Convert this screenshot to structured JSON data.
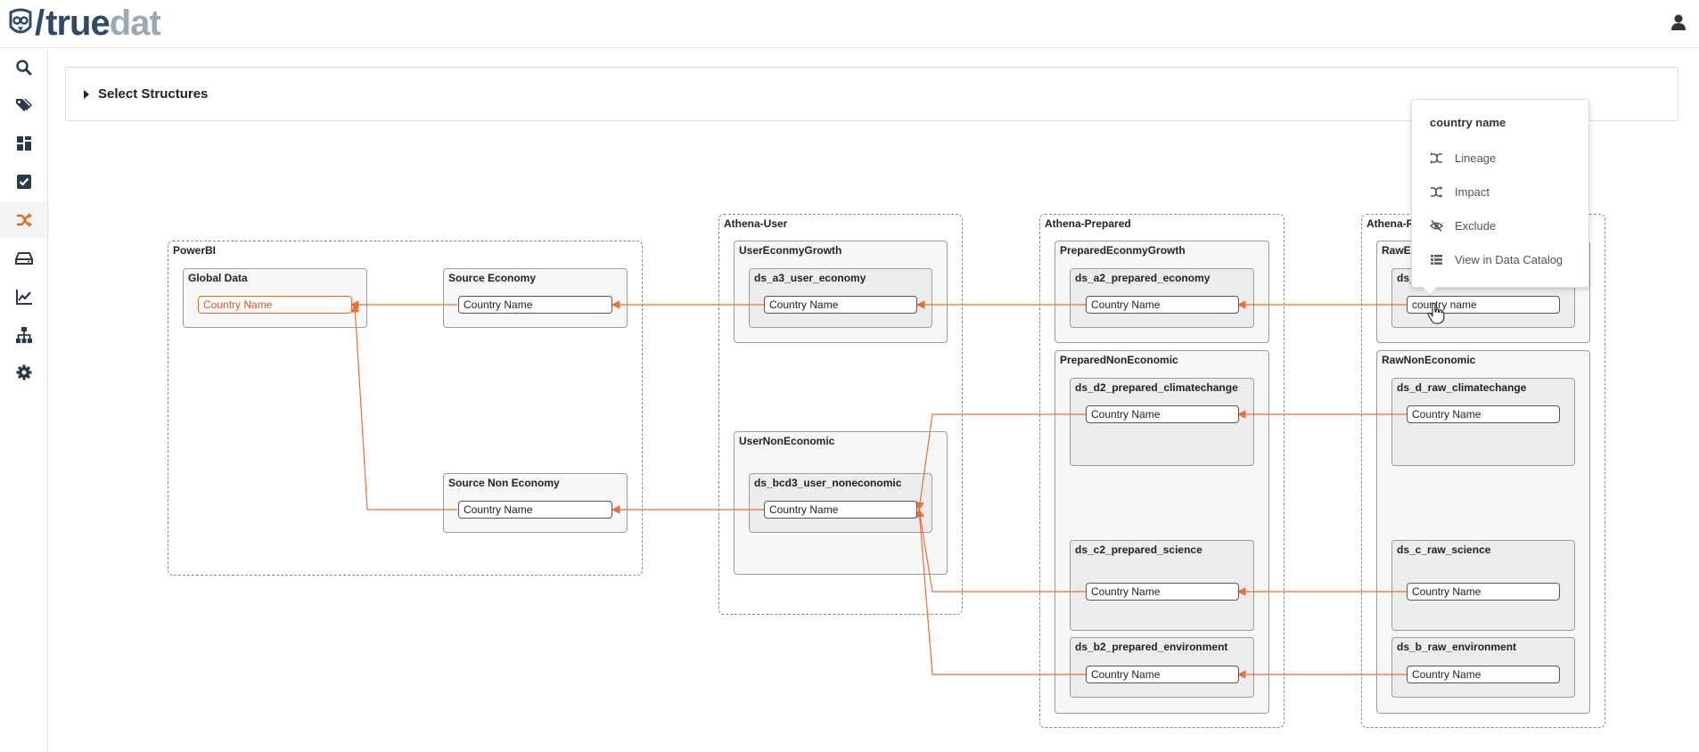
{
  "header": {
    "logo_true": "true",
    "logo_dat": "dat"
  },
  "sidebar": {
    "items": [
      {
        "icon": "search-icon"
      },
      {
        "icon": "tags-icon"
      },
      {
        "icon": "dashboard-icon"
      },
      {
        "icon": "checkbox-icon"
      },
      {
        "icon": "shuffle-icon",
        "active": true
      },
      {
        "icon": "drive-icon"
      },
      {
        "icon": "chart-line-icon"
      },
      {
        "icon": "sitemap-icon"
      },
      {
        "icon": "gear-icon"
      }
    ]
  },
  "structures": {
    "label": "Select Structures"
  },
  "groups": {
    "powerbi": "PowerBI",
    "athena_user": "Athena-User",
    "athena_prepared": "Athena-Prepared",
    "athena_raw": "Athena-Ra"
  },
  "containers": {
    "global_data": "Global Data",
    "source_economy": "Source Economy",
    "source_non_economy": "Source Non Economy",
    "user_economy_growth": "UserEconmyGrowth",
    "user_non_economic": "UserNonEconomic",
    "prepared_economy_growth": "PreparedEconmyGrowth",
    "prepared_non_economic": "PreparedNonEconomic",
    "raw_economy": "RawEc",
    "raw_non_economic": "RawNonEconomic"
  },
  "datasets": {
    "ds_a3": "ds_a3_user_economy",
    "ds_bcd3": "ds_bcd3_user_noneconomic",
    "ds_a2": "ds_a2_prepared_economy",
    "ds_d2": "ds_d2_prepared_climatechange",
    "ds_c2": "ds_c2_prepared_science",
    "ds_b2": "ds_b2_prepared_environment",
    "ds_raw_a": "ds_",
    "ds_d_raw": "ds_d_raw_climatechange",
    "ds_c_raw": "ds_c_raw_science",
    "ds_b_raw": "ds_b_raw_environment"
  },
  "fields": {
    "country_name": "Country Name",
    "country_name_lower": "country name"
  },
  "popup": {
    "title": "country name",
    "items": [
      {
        "label": "Lineage",
        "icon": "lineage-icon"
      },
      {
        "label": "Impact",
        "icon": "impact-icon"
      },
      {
        "label": "Exclude",
        "icon": "eye-slash-icon"
      },
      {
        "label": "View in Data Catalog",
        "icon": "table-list-icon"
      }
    ]
  },
  "colors": {
    "accent": "#e66a2c",
    "edge": "#e8703a",
    "logo_dark": "#2f4a63",
    "logo_light": "#9aa9b6",
    "sidebar_icon": "#2b3a4a"
  }
}
